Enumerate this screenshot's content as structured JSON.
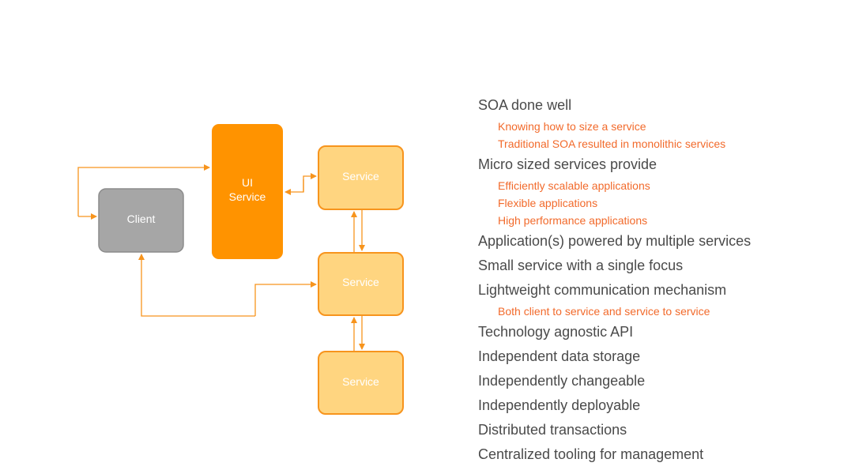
{
  "colors": {
    "accent_orange": "#ff9300",
    "service_fill": "#ffd580",
    "service_border": "#f7941d",
    "client_fill": "#a6a6a6",
    "client_border": "#8c8c8c",
    "arrow": "#f7941d",
    "heading_text": "#4a4a4a",
    "sub_text": "#f26a2b"
  },
  "diagram": {
    "nodes": {
      "client": "Client",
      "ui_service_line1": "UI",
      "ui_service_line2": "Service",
      "service_top": "Service",
      "service_middle": "Service",
      "service_bottom": "Service"
    }
  },
  "bullets": [
    {
      "text": "SOA done well",
      "sub": [
        "Knowing how to size a service",
        "Traditional SOA resulted in monolithic services"
      ]
    },
    {
      "text": "Micro sized services provide",
      "sub": [
        "Efficiently scalable applications",
        "Flexible applications",
        "High performance applications"
      ]
    },
    {
      "text": "Application(s) powered by multiple services",
      "sub": []
    },
    {
      "text": "Small service with a single focus",
      "sub": []
    },
    {
      "text": "Lightweight communication mechanism",
      "sub": [
        "Both client to service and service to service"
      ]
    },
    {
      "text": "Technology agnostic API",
      "sub": []
    },
    {
      "text": "Independent data storage",
      "sub": []
    },
    {
      "text": "Independently changeable",
      "sub": []
    },
    {
      "text": "Independently deployable",
      "sub": []
    },
    {
      "text": "Distributed transactions",
      "sub": []
    },
    {
      "text": "Centralized tooling for management",
      "sub": []
    }
  ]
}
